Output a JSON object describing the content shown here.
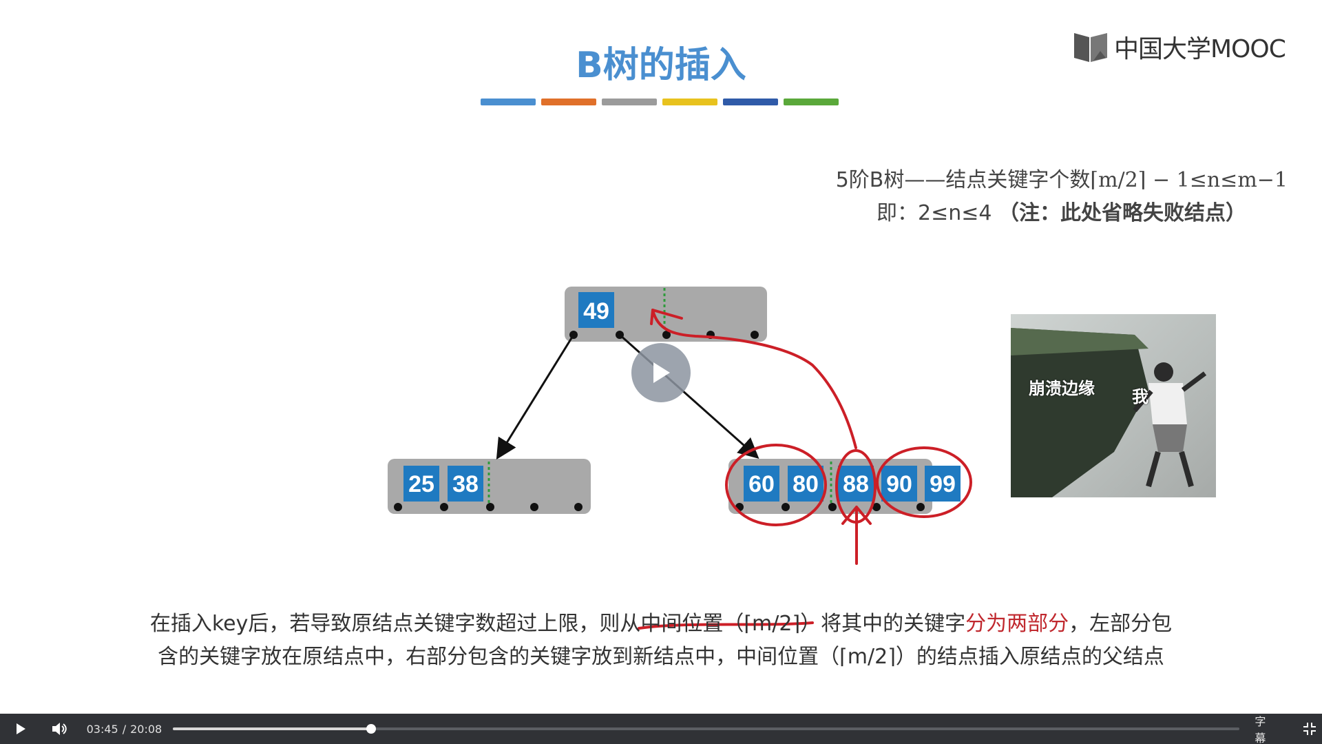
{
  "slide": {
    "title": "B树的插入",
    "title_bar_colors": [
      "#4a8fd0",
      "#e0702a",
      "#9b9b9b",
      "#e8c21e",
      "#2f5aa8",
      "#5aa83a"
    ],
    "logo_text": "中国大学MOOC",
    "rule_line1_prefix": "5阶B树——结点关键字个数",
    "rule_line1_formula": "⌈m/2⌉ − 1≤n≤m−1",
    "rule_line2_prefix": "即：2≤n≤4",
    "rule_line2_note": "（注：此处省略失败结点）",
    "tree": {
      "root_keys": [
        "49"
      ],
      "left_keys": [
        "25",
        "38"
      ],
      "right_keys": [
        "60",
        "80",
        "88",
        "90",
        "99"
      ]
    },
    "meme": {
      "label_edge": "崩溃边缘",
      "label_me": "我"
    },
    "caption_line1": {
      "part1": "在插入key后，若导致原结点关键字数超过上限，则从",
      "part2": "中间位置（⌈m/2⌉）",
      "part3": "将其中的关键字",
      "part4": "分为两部分",
      "part5": "，左部分包"
    },
    "caption_line2": "含的关键字放在原结点中，右部分包含的关键字放到新结点中，中间位置（⌈m/2⌉）的结点插入原结点的父结点"
  },
  "player": {
    "current_time": "03:45",
    "total_time": "20:08",
    "progress": 0.186,
    "subtitles_label": "字幕"
  },
  "colors": {
    "key_box": "#1f7ac1",
    "node_bg": "#a9a9a9",
    "annotation_red": "#cc1f27"
  }
}
